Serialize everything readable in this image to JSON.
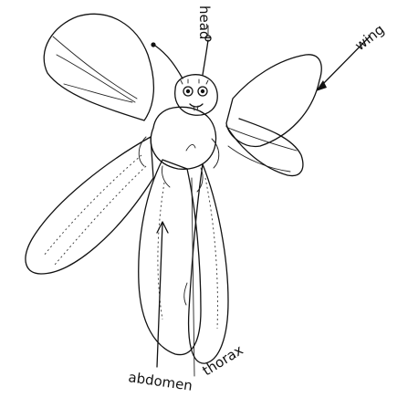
{
  "labels": {
    "head": "head",
    "wing": "wing",
    "thorax": "thorax",
    "abdomen": "abdomen"
  },
  "colors": {
    "ink": "#111111",
    "paper": "#ffffff"
  }
}
